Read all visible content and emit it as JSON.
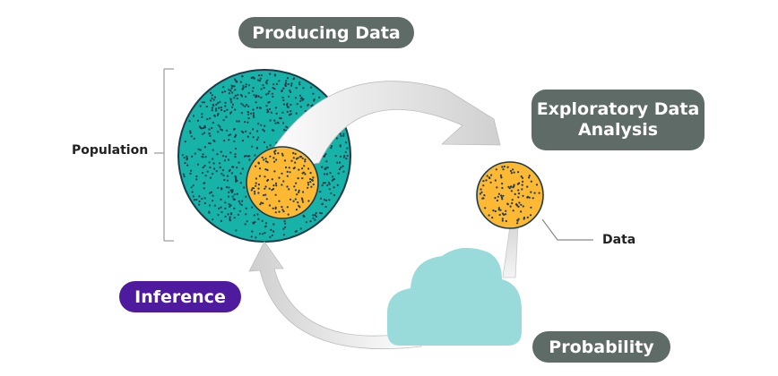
{
  "labels": {
    "producing_data": "Producing Data",
    "eda_line1": "Exploratory Data",
    "eda_line2": "Analysis",
    "inference": "Inference",
    "probability": "Probability",
    "population": "Population",
    "data": "Data"
  },
  "colors": {
    "population_fill": "#17b3a8",
    "sample_fill": "#fdb934",
    "dot": "#1e3a4a",
    "arrow": "#dcdcdc",
    "cloud": "#99dbdb",
    "pill_gray": "#5f6b66",
    "pill_inference": "#4f1b9e"
  },
  "icons": {
    "population": "population-circle-icon",
    "sample": "sample-circle-icon",
    "data": "data-circle-icon",
    "cloud": "cloud-icon"
  }
}
